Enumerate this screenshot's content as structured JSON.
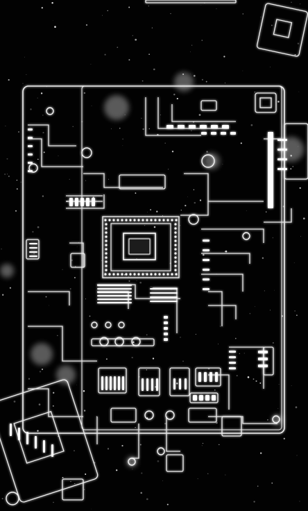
{
  "scene": {
    "description_visible_text": [],
    "colors": {
      "background": "#020202",
      "trace": "#f2f2f2",
      "trace_dim": "#9a9a9a",
      "glow": "#ffffff"
    },
    "icons": [
      "circuit-board",
      "cpu-chip",
      "capacitor",
      "resistor",
      "star-particle"
    ]
  }
}
